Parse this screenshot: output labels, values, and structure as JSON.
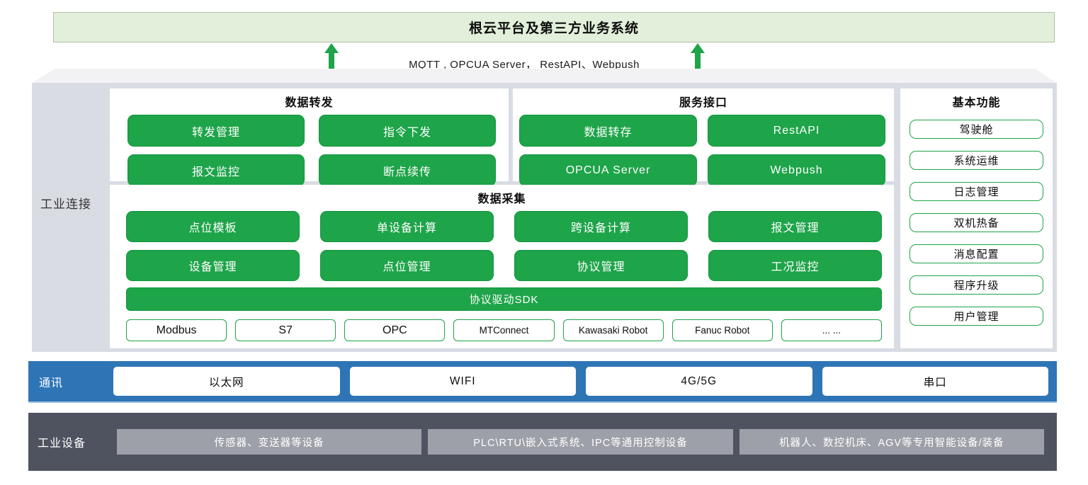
{
  "banner": {
    "title": "根云平台及第三方业务系统"
  },
  "transport": {
    "text": "MQTT , OPCUA Server， RestAPI、Webpush"
  },
  "platform": {
    "label": "工业连接",
    "data_forwarding": {
      "title": "数据转发",
      "buttons": [
        "转发管理",
        "指令下发",
        "报文监控",
        "断点续传"
      ]
    },
    "service_interface": {
      "title": "服务接口",
      "buttons": [
        "数据转存",
        "RestAPI",
        "OPCUA Server",
        "Webpush"
      ]
    },
    "data_collection": {
      "title": "数据采集",
      "buttons": [
        "点位模板",
        "单设备计算",
        "跨设备计算",
        "报文管理",
        "设备管理",
        "点位管理",
        "协议管理",
        "工况监控"
      ],
      "sdk_bar": "协议驱动SDK",
      "protocols": [
        "Modbus",
        "S7",
        "OPC",
        "MTConnect",
        "Kawasaki Robot",
        "Fanuc Robot",
        "... ..."
      ]
    },
    "basic_functions": {
      "title": "基本功能",
      "items": [
        "驾驶舱",
        "系统运维",
        "日志管理",
        "双机热备",
        "消息配置",
        "程序升级",
        "用户管理"
      ]
    }
  },
  "communication": {
    "label": "通讯",
    "items": [
      "以太网",
      "WIFI",
      "4G/5G",
      "串口"
    ]
  },
  "devices": {
    "label": "工业设备",
    "items": [
      "传感器、变送器等设备",
      "PLC\\RTU\\嵌入式系统、IPC等通用控制设备",
      "机器人、数控机床、AGV等专用智能设备/装备"
    ]
  },
  "colors": {
    "green": "#1ea449",
    "banner_green": "#e2efda",
    "blue": "#2e75b6",
    "dark_slate": "#4e535f",
    "panel_gray": "#d9dce3",
    "device_box_gray": "#9da0a8"
  }
}
